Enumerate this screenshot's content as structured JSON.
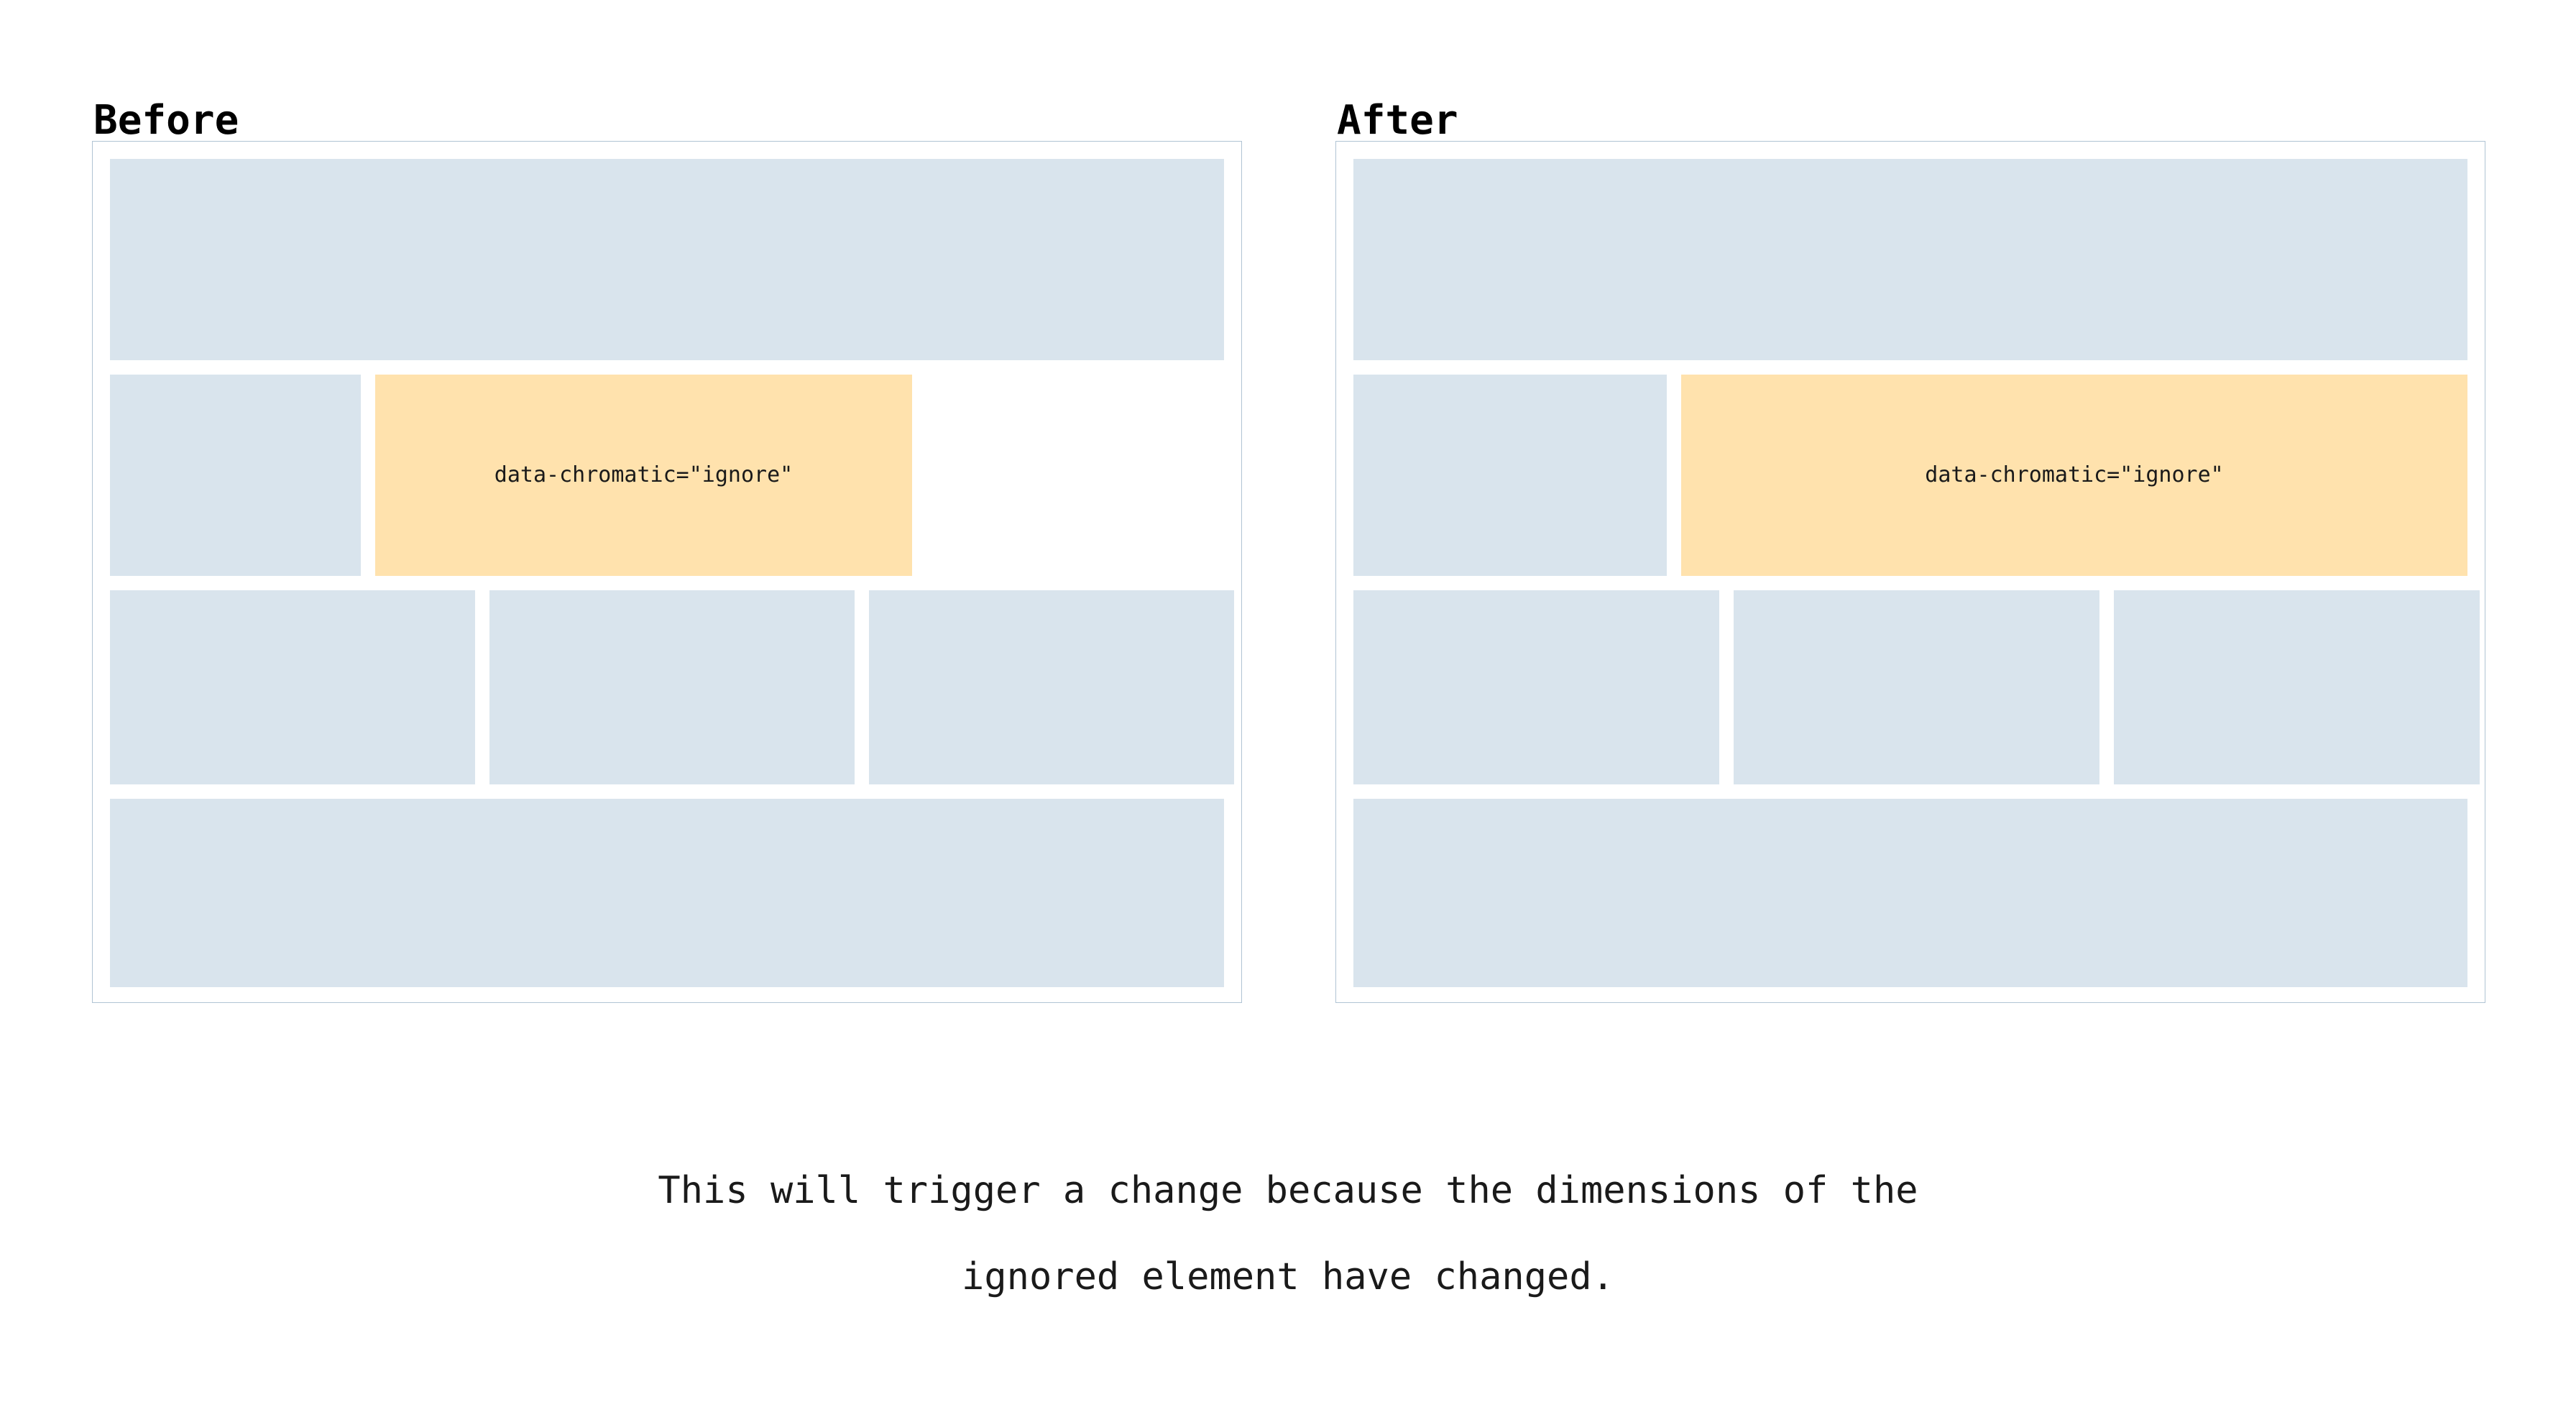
{
  "page": {
    "background_color": "#ffffff",
    "text_color": "#1a1a1a"
  },
  "colors": {
    "skeleton_block": "#d9e4ed",
    "ignored_block": "#ffe2ad",
    "panel_border": "#b0c4d4",
    "heading": "#000000"
  },
  "comparison": {
    "before": {
      "heading": "Before",
      "ignored_label": "data-chromatic=\"ignore\"",
      "rows": [
        {
          "name": "hero",
          "blocks": [
            {
              "kind": "skeleton",
              "span": "full"
            }
          ]
        },
        {
          "name": "split",
          "blocks": [
            {
              "kind": "skeleton",
              "span": "side"
            },
            {
              "kind": "ignored",
              "span": "wide",
              "label": "data-chromatic=\"ignore\""
            }
          ]
        },
        {
          "name": "thirds",
          "blocks": [
            {
              "kind": "skeleton",
              "span": "third"
            },
            {
              "kind": "skeleton",
              "span": "third"
            },
            {
              "kind": "skeleton",
              "span": "third"
            }
          ]
        },
        {
          "name": "footer",
          "blocks": [
            {
              "kind": "skeleton",
              "span": "full"
            }
          ]
        }
      ]
    },
    "after": {
      "heading": "After",
      "ignored_label": "data-chromatic=\"ignore\"",
      "rows": [
        {
          "name": "hero",
          "blocks": [
            {
              "kind": "skeleton",
              "span": "full"
            }
          ]
        },
        {
          "name": "split",
          "blocks": [
            {
              "kind": "skeleton",
              "span": "side"
            },
            {
              "kind": "ignored",
              "span": "wider",
              "label": "data-chromatic=\"ignore\""
            }
          ]
        },
        {
          "name": "thirds",
          "blocks": [
            {
              "kind": "skeleton",
              "span": "third"
            },
            {
              "kind": "skeleton",
              "span": "third"
            },
            {
              "kind": "skeleton",
              "span": "third"
            }
          ]
        },
        {
          "name": "footer",
          "blocks": [
            {
              "kind": "skeleton",
              "span": "full"
            }
          ]
        }
      ]
    }
  },
  "caption": {
    "line1": "This will trigger a change because the dimensions of the",
    "line2": "ignored element have changed."
  }
}
